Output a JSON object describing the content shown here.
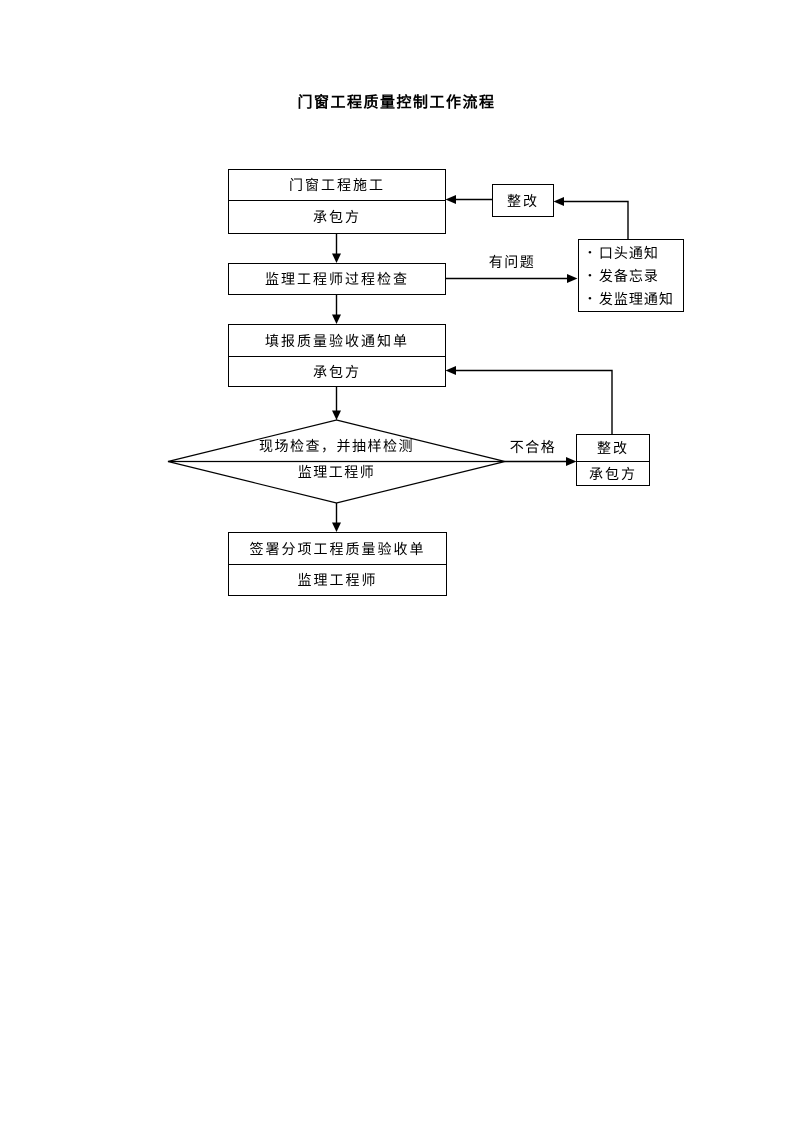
{
  "title": "门窗工程质量控制工作流程",
  "flowchart": {
    "construction": {
      "task": "门窗工程施工",
      "actor": "承包方"
    },
    "rectify_top": {
      "label": "整改"
    },
    "notice_methods": {
      "bullet": "•",
      "items": [
        "口头通知",
        "发备忘录",
        "发监理通知"
      ]
    },
    "process_inspection": {
      "label": "监理工程师过程检查"
    },
    "fill_notice": {
      "task": "填报质量验收通知单",
      "actor": "承包方"
    },
    "decision": {
      "task": "现场检查，并抽样检测",
      "actor": "监理工程师"
    },
    "rectify_bottom": {
      "task": "整改",
      "actor": "承包方"
    },
    "sign_acceptance": {
      "task": "签署分项工程质量验收单",
      "actor": "监理工程师"
    },
    "labels": {
      "has_problem": "有问题",
      "unqualified": "不合格"
    }
  }
}
